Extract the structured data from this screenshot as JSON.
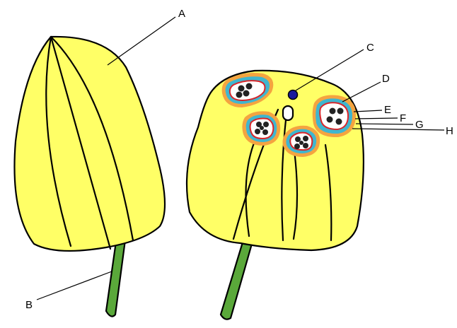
{
  "labels": {
    "a": "A",
    "b": "B",
    "c": "C",
    "d": "D",
    "e": "E",
    "f": "F",
    "g": "G",
    "h": "H"
  },
  "colors": {
    "anther_fill": "#ffff66",
    "anther_shade": "#f2ee55",
    "filament": "#5aa83a",
    "connective_dot": "#1a1a9c",
    "layer_orange": "#f4a440",
    "layer_cyan": "#3fb6cf",
    "layer_red": "#d8262a",
    "locule_fill": "#ffffff",
    "pollen": "#222222"
  }
}
